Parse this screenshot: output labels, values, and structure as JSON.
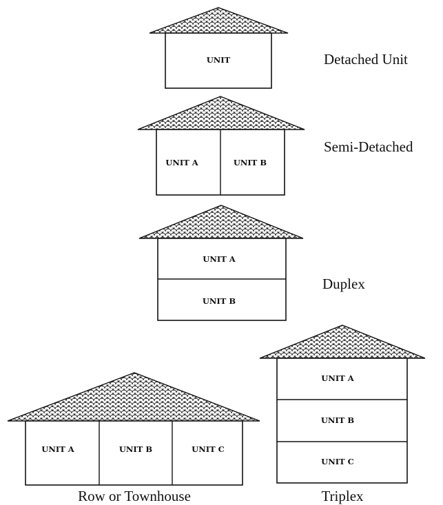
{
  "houses": {
    "detached": {
      "caption": "Detached Unit",
      "units": [
        "UNIT"
      ]
    },
    "semi_detached": {
      "caption": "Semi-Detached",
      "units": [
        "UNIT A",
        "UNIT B"
      ]
    },
    "duplex": {
      "caption": "Duplex",
      "units": [
        "UNIT A",
        "UNIT B"
      ]
    },
    "row": {
      "caption": "Row or Townhouse",
      "units": [
        "UNIT A",
        "UNIT B",
        "UNIT C"
      ]
    },
    "triplex": {
      "caption": "Triplex",
      "units": [
        "UNIT A",
        "UNIT B",
        "UNIT C"
      ]
    }
  }
}
